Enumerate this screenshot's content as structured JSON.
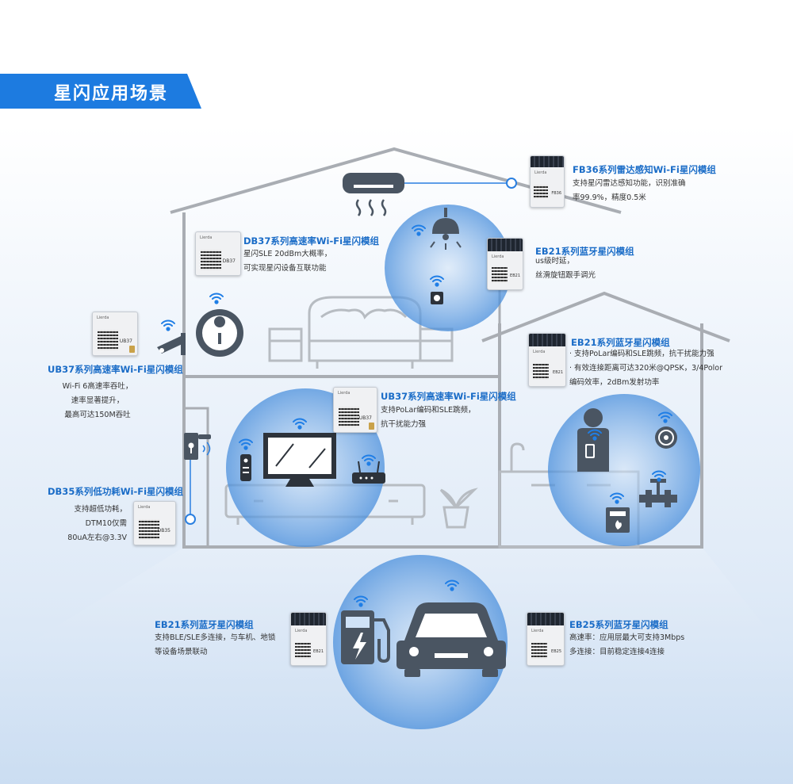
{
  "page": {
    "title": "星闪应用场景"
  },
  "modules": [
    {
      "id": "fb36",
      "title": "FB36系列雷达感知Wi-Fi星闪模组",
      "lines": [
        "支持星闪雷达感知功能，识别准确",
        "率99.9%，精度0.5米"
      ],
      "chip_brand": "Lierda",
      "chip_code": "FB36"
    },
    {
      "id": "eb21-light",
      "title": "EB21系列蓝牙星闪模组",
      "lines": [
        "us级时延，",
        "丝滑旋钮跟手调光"
      ],
      "chip_brand": "Lierda",
      "chip_code": "EB21"
    },
    {
      "id": "db37",
      "title": "DB37系列高速率Wi-Fi星闪模组",
      "lines": [
        "星闪SLE 20dBm大概率，",
        "可实现星闪设备互联功能"
      ],
      "chip_brand": "Lierda",
      "chip_code": "DB37"
    },
    {
      "id": "ub37-camera",
      "title": "UB37系列高速率Wi-Fi星闪模组",
      "lines": [
        "Wi-Fi 6高速率吞吐，",
        "速率显著提升，",
        "最高可达150M吞吐"
      ],
      "chip_brand": "Lierda",
      "chip_code": "UB37"
    },
    {
      "id": "eb21-kitchen",
      "title": "EB21系列蓝牙星闪模组",
      "lines": [
        "· 支持PoLar编码和SLE跳频，抗干扰能力强",
        "· 有效连接距离可达320米@QPSK，3/4Polor",
        "编码效率，2dBm发射功率"
      ],
      "chip_brand": "Lierda",
      "chip_code": "EB21"
    },
    {
      "id": "ub37-tv",
      "title": "UB37系列高速率Wi-Fi星闪模组",
      "lines": [
        "支持PoLar编码和SLE跳频，",
        "抗干扰能力强"
      ],
      "chip_brand": "Lierda",
      "chip_code": "UB37"
    },
    {
      "id": "db35",
      "title": "DB35系列低功耗Wi-Fi星闪模组",
      "lines": [
        "支持超低功耗，",
        "DTM10仅需",
        "80uA左右@3.3V"
      ],
      "chip_brand": "Lierda",
      "chip_code": "DB35"
    },
    {
      "id": "eb21-car",
      "title": "EB21系列蓝牙星闪模组",
      "lines": [
        "支持BLE/SLE多连接，与车机、地锁",
        "等设备场景联动"
      ],
      "chip_brand": "Lierda",
      "chip_code": "EB21"
    },
    {
      "id": "eb25",
      "title": "EB25系列蓝牙星闪模组",
      "lines": [
        "高速率：应用层最大可支持3Mbps",
        "多连接：目前稳定连接4连接"
      ],
      "chip_brand": "Lierda",
      "chip_code": "EB25"
    }
  ],
  "colors": {
    "accent": "#1a6cc7",
    "banner": "#1d7be0",
    "circle": "#4a8fdc",
    "line": "#a9adb3",
    "icon": "#4a5562"
  }
}
